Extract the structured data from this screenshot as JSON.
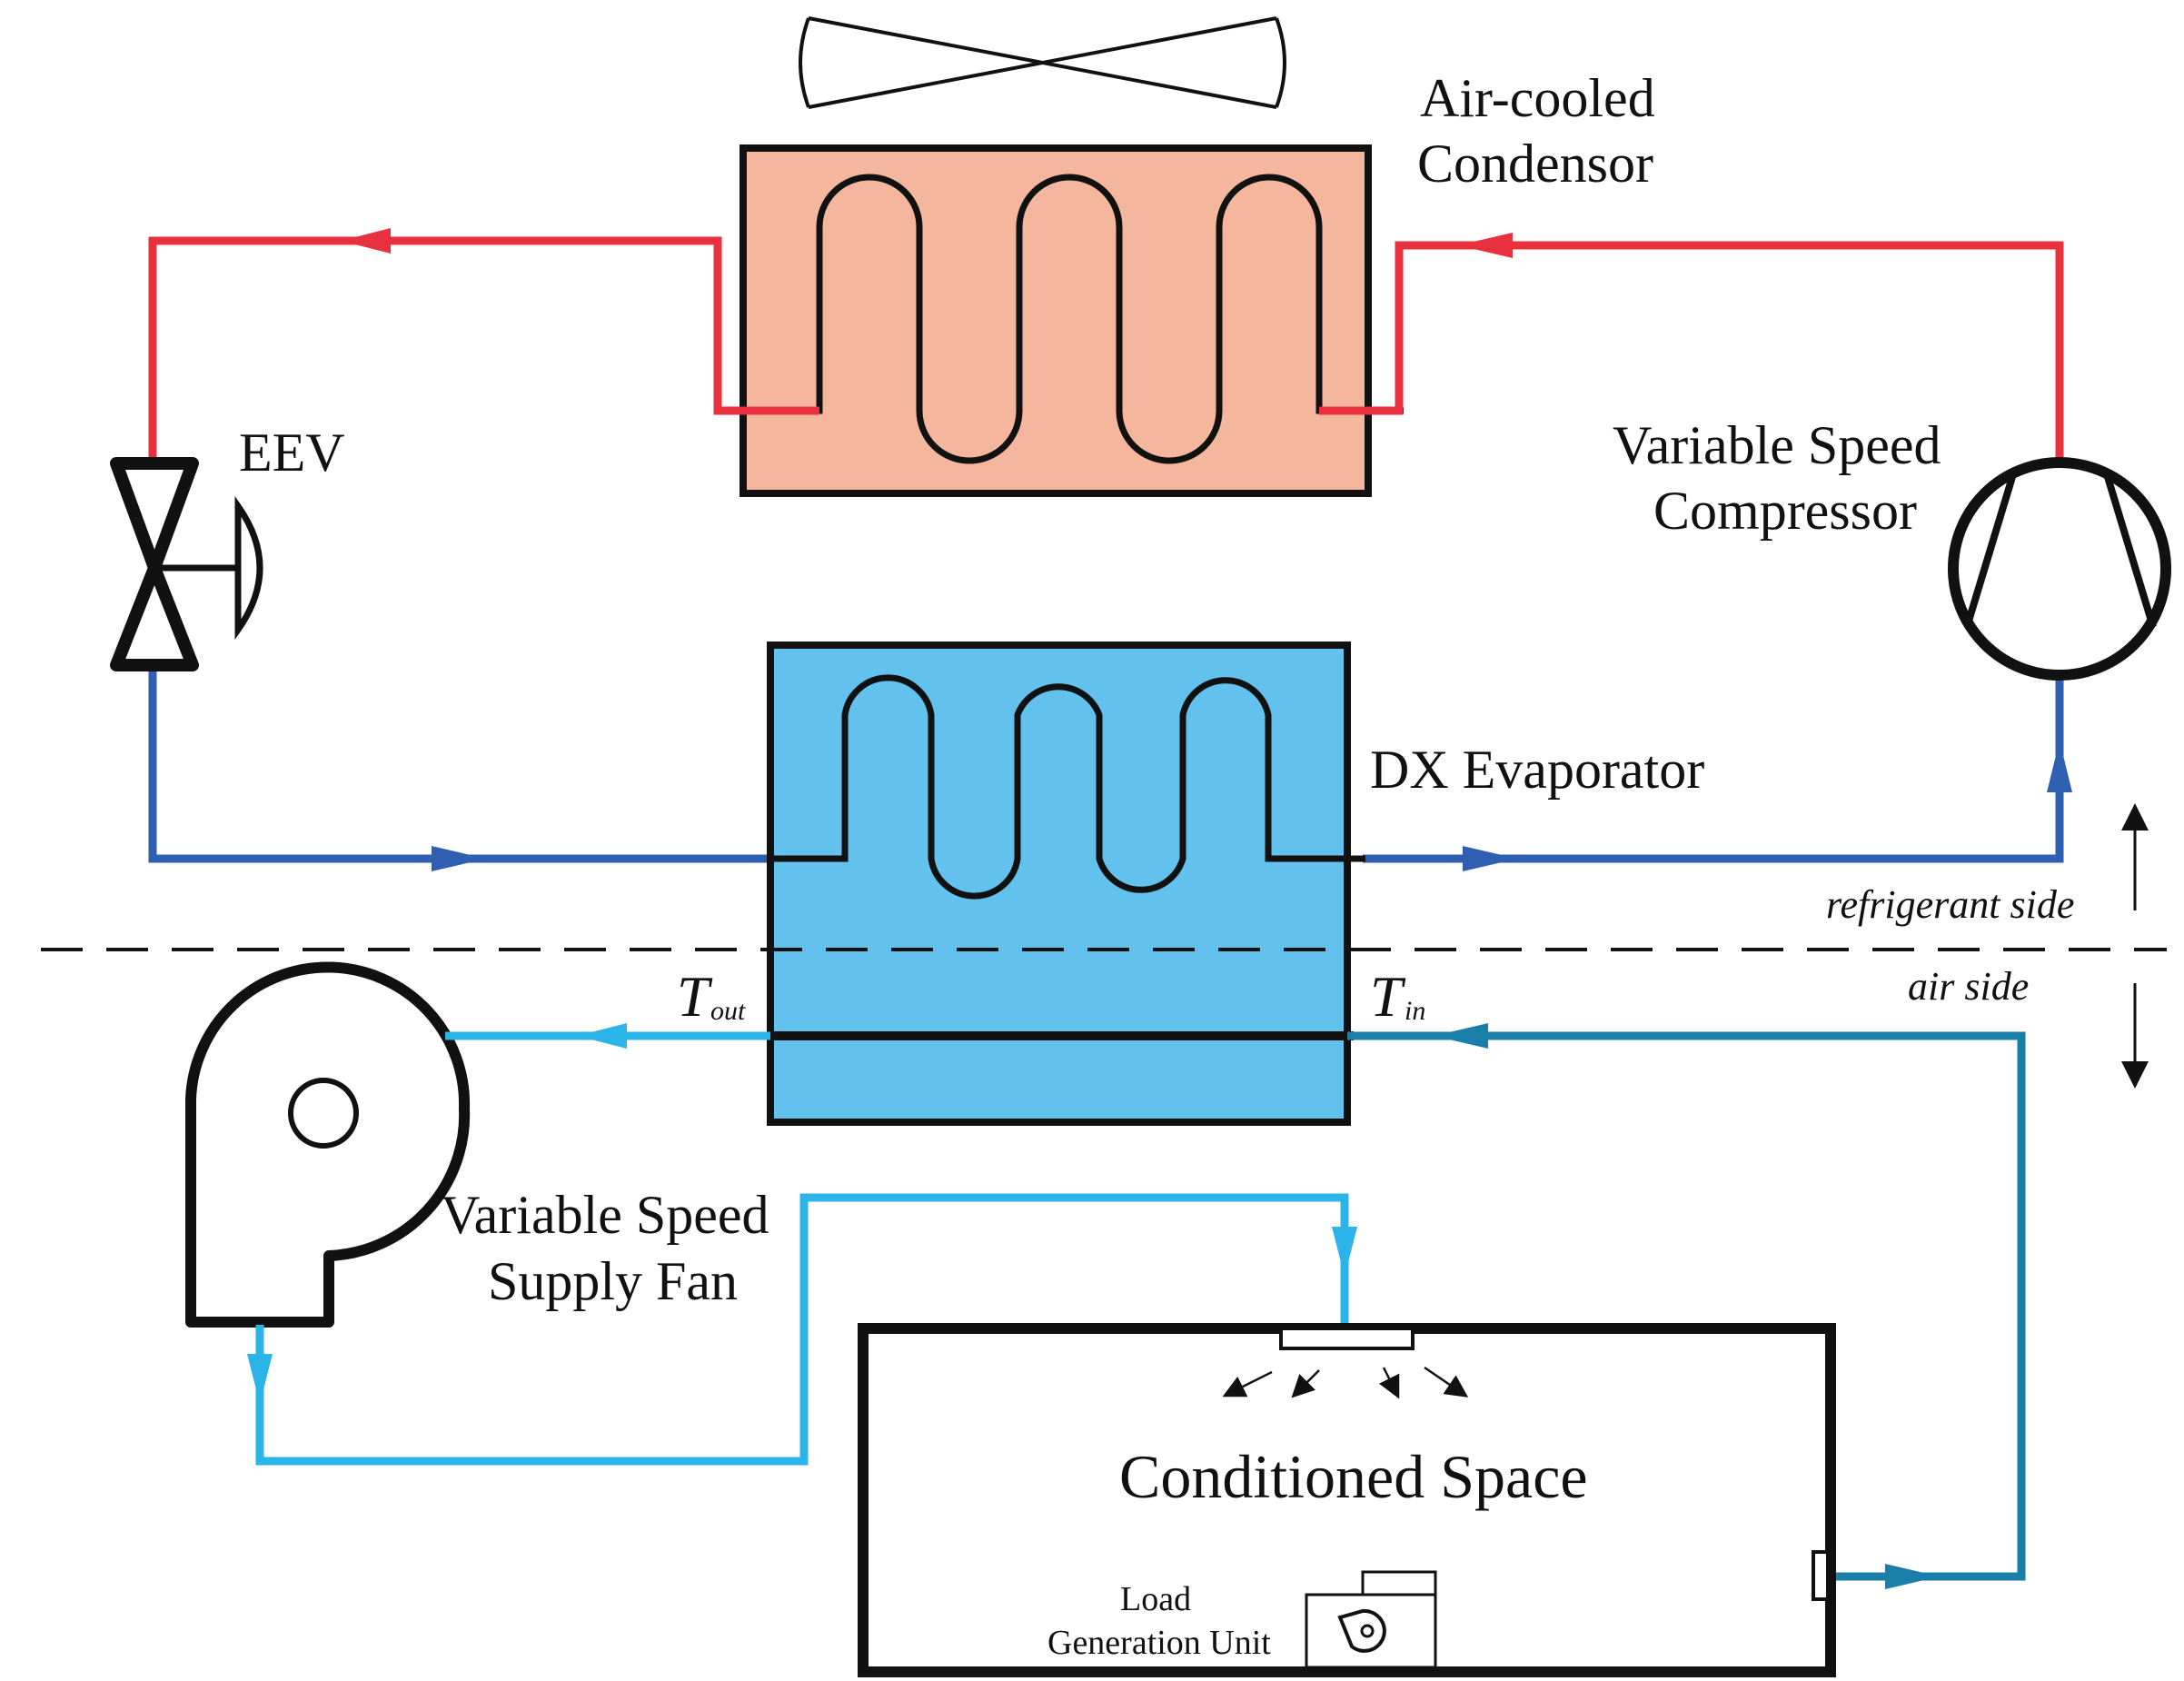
{
  "labels": {
    "condenser_line1": "Air-cooled",
    "condenser_line2": "Condensor",
    "eev": "EEV",
    "compressor_line1": "Variable Speed",
    "compressor_line2": "Compressor",
    "evaporator": "DX Evaporator",
    "refrigerant_side": "refrigerant side",
    "air_side": "air side",
    "t_out": "T",
    "t_out_sub": "out",
    "t_in": "T",
    "t_in_sub": "in",
    "fan_line1": "Variable Speed",
    "fan_line2": "Supply Fan",
    "conditioned_space": "Conditioned Space",
    "load_line1": "Load",
    "load_line2": "Generation Unit"
  },
  "colors": {
    "hot_refrigerant": "#e8303f",
    "cold_refrigerant": "#2f5fb0",
    "supply_air": "#2bb4e8",
    "return_air": "#1a7fa8",
    "condenser_fill": "#f4b79d",
    "evaporator_fill": "#62c1ed",
    "outline": "#111111"
  }
}
